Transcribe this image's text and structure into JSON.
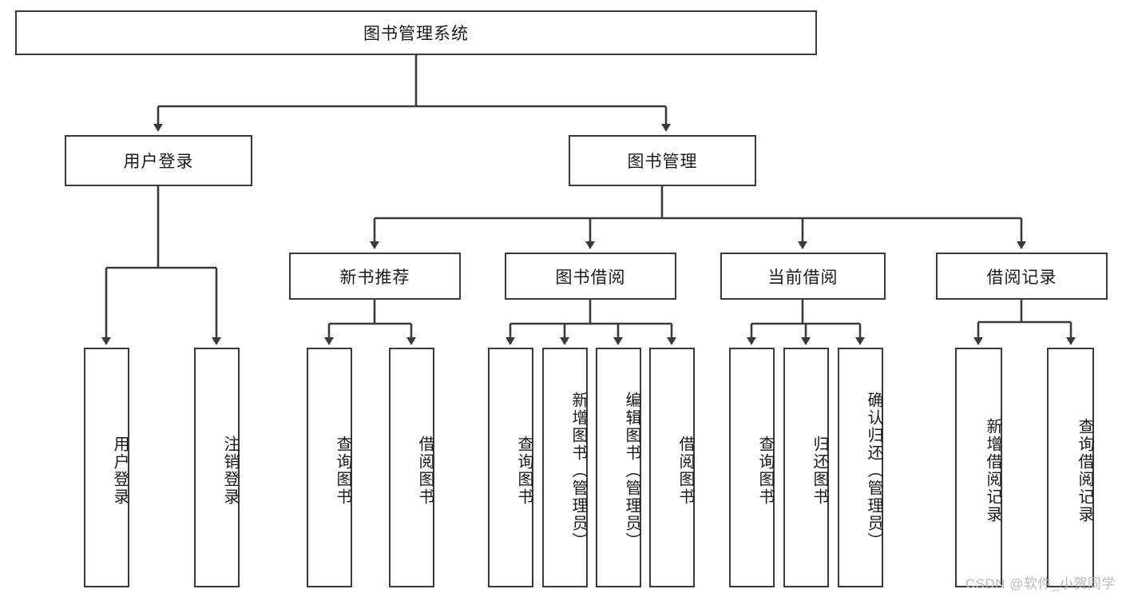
{
  "diagram": {
    "type": "tree",
    "title": "图书管理系统",
    "root": {
      "label": "图书管理系统"
    },
    "level1": [
      {
        "label": "用户登录"
      },
      {
        "label": "图书管理"
      }
    ],
    "level2": [
      {
        "label": "新书推荐"
      },
      {
        "label": "图书借阅"
      },
      {
        "label": "当前借阅"
      },
      {
        "label": "借阅记录"
      }
    ],
    "leaves": {
      "user_login": [
        {
          "label": "用户登录"
        },
        {
          "label": "注销登录"
        }
      ],
      "new_book_recommend": [
        {
          "label": "查询图书"
        },
        {
          "label": "借阅图书"
        }
      ],
      "book_borrow": [
        {
          "label": "查询图书"
        },
        {
          "label": "新增图书（管理员）"
        },
        {
          "label": "编辑图书（管理员）"
        },
        {
          "label": "借阅图书"
        }
      ],
      "current_borrow": [
        {
          "label": "查询图书"
        },
        {
          "label": "归还图书"
        },
        {
          "label": "确认归还（管理员）"
        }
      ],
      "borrow_record": [
        {
          "label": "新增借阅记录"
        },
        {
          "label": "查询借阅记录"
        }
      ]
    }
  },
  "watermark": {
    "text": "CSDN @软件_小贺同学"
  },
  "colors": {
    "border": "#3a3a3a",
    "text": "#1a1a1a",
    "background": "#ffffff",
    "watermark": "#b9b9b9"
  }
}
